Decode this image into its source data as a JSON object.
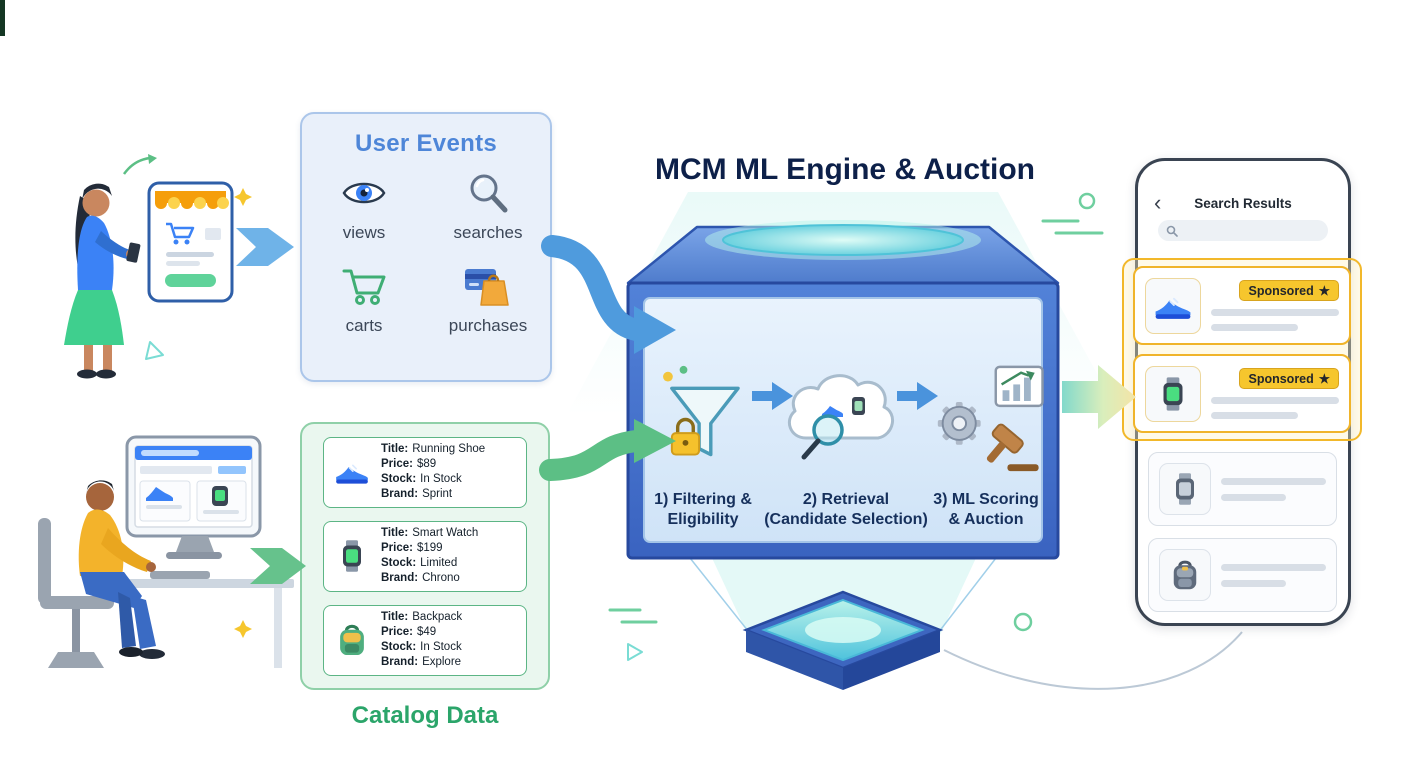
{
  "colors": {
    "accent_blue": "#4a7bd0",
    "accent_green": "#3fae74",
    "accent_yellow": "#f5c12c",
    "accent_teal": "#5ac8d8",
    "navy": "#0e2148"
  },
  "user_events": {
    "title": "User Events",
    "items": [
      {
        "label": "views",
        "icon": "eye-icon"
      },
      {
        "label": "searches",
        "icon": "magnifier-icon"
      },
      {
        "label": "carts",
        "icon": "cart-icon"
      },
      {
        "label": "purchases",
        "icon": "purchase-bag-icon"
      }
    ]
  },
  "catalog": {
    "label": "Catalog Data",
    "field_labels": {
      "title": "Title:",
      "price": "Price:",
      "stock": "Stock:",
      "brand": "Brand:"
    },
    "products": [
      {
        "icon": "sneaker-icon",
        "title": "Running Shoe",
        "price": "$89",
        "stock": "In Stock",
        "brand": "Sprint"
      },
      {
        "icon": "smartwatch-icon",
        "title": "Smart Watch",
        "price": "$199",
        "stock": "Limited",
        "brand": "Chrono"
      },
      {
        "icon": "backpack-icon",
        "title": "Backpack",
        "price": "$49",
        "stock": "In Stock",
        "brand": "Explore"
      }
    ]
  },
  "engine": {
    "title": "MCM ML Engine & Auction",
    "stages": [
      {
        "label": "1) Filtering & Eligibility",
        "icon": "funnel-lock-icon"
      },
      {
        "label": "2) Retrieval (Candidate Selection)",
        "icon": "cloud-search-icon"
      },
      {
        "label": "3) ML Scoring & Auction",
        "icon": "gear-gavel-chart-icon"
      }
    ]
  },
  "phone": {
    "back_glyph": "‹",
    "title": "Search Results",
    "results": [
      {
        "type": "sponsored",
        "icon": "sneaker-icon",
        "badge": "Sponsored",
        "badge_star": "★"
      },
      {
        "type": "sponsored",
        "icon": "smartwatch-icon",
        "badge": "Sponsored",
        "badge_star": "★"
      },
      {
        "type": "organic",
        "icon": "smartwatch-icon"
      },
      {
        "type": "organic",
        "icon": "backpack-icon"
      }
    ]
  }
}
